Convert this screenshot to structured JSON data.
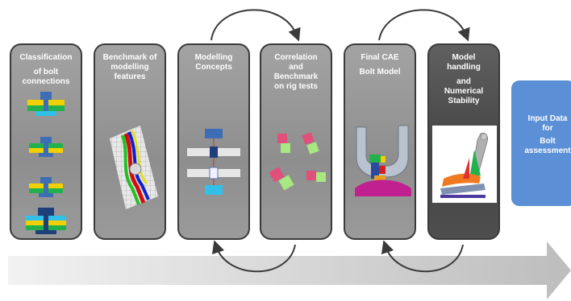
{
  "panels": [
    {
      "lines": [
        "Classification",
        "",
        "of bolt",
        "connections"
      ],
      "style": "light"
    },
    {
      "lines": [
        "Benchmark of",
        "modelling",
        "features"
      ],
      "style": "light"
    },
    {
      "lines": [
        "Modelling",
        "Concepts"
      ],
      "style": "light"
    },
    {
      "lines": [
        "Correlation",
        "and",
        "Benchmark",
        "on rig tests"
      ],
      "style": "light"
    },
    {
      "lines": [
        "Final CAE",
        "",
        "Bolt Model"
      ],
      "style": "light"
    },
    {
      "lines": [
        "Model",
        "handling",
        "",
        "and",
        "Numerical",
        "Stability"
      ],
      "style": "dark"
    }
  ],
  "input_box": {
    "lines": [
      "Input Data",
      "for",
      "",
      "Bolt",
      "assessment"
    ],
    "color": "#5b8fd6"
  },
  "colors": {
    "panel_border": "#3a3a3a",
    "panel_light": "#9a9a9a",
    "panel_dark": "#4e4e4e",
    "flow_arrow": "#d0d0d0"
  }
}
